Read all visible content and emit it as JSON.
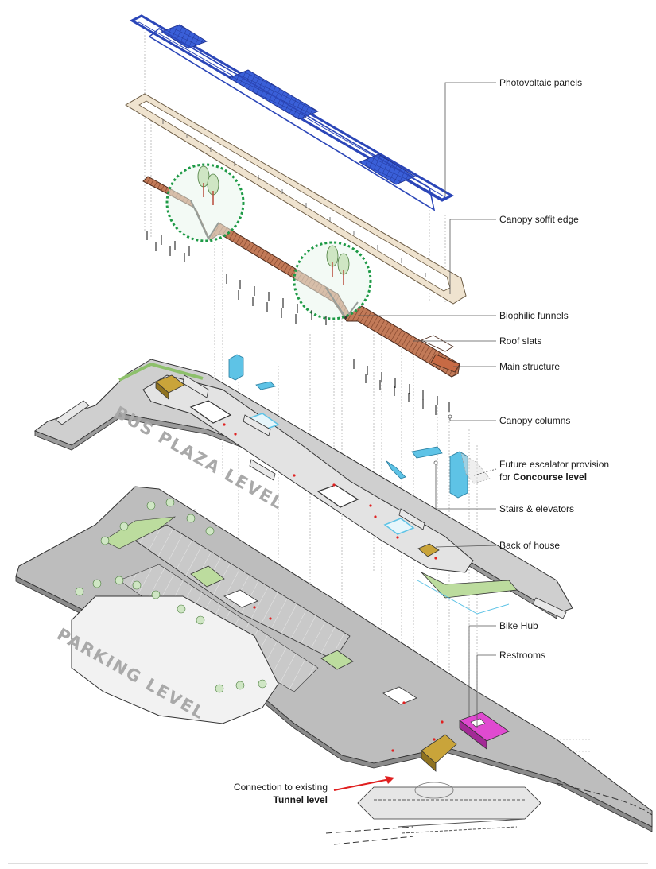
{
  "labels": {
    "photovoltaic": "Photovoltaic panels",
    "canopy_soffit": "Canopy soffit edge",
    "biophilic": "Biophilic funnels",
    "roof_slats": "Roof slats",
    "main_structure": "Main structure",
    "canopy_columns": "Canopy columns",
    "future_escalator_1": "Future escalator provision",
    "future_escalator_2_prefix": "for ",
    "future_escalator_2_bold": "Concourse level",
    "stairs_elevators": "Stairs & elevators",
    "back_of_house": "Back of house",
    "bike_hub": "Bike Hub",
    "restrooms": "Restrooms",
    "connection_1": "Connection to existing",
    "connection_2": "Tunnel level"
  },
  "levels": {
    "bus_plaza": "BUS PLAZA LEVEL",
    "parking": "PARKING LEVEL"
  },
  "colors": {
    "pv_blue": "#2b46b8",
    "soffit": "#efe3cf",
    "slats": "#b46a4a",
    "green_circle": "#1e9a46",
    "glass": "#5ec3e6",
    "restroom": "#e04ad0",
    "backhouse": "#c9a43a",
    "tunnel_arrow": "#e02020"
  }
}
